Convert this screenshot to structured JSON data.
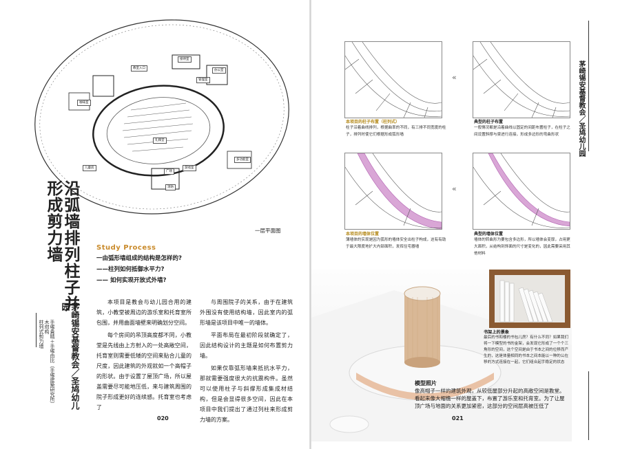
{
  "left_page": {
    "title_lines": [
      "沿弧墙排列柱子并",
      "形成剪力墙"
    ],
    "subtitle": "茅崎锡安基督教会／圣鸠幼儿园",
    "credits": [
      "手塚貴晴＋手塚由比（手塚建築研究所）",
      "木坩构",
      "柱列式剪力墙"
    ],
    "floor_plan_caption": "一层平面图",
    "plan_labels": [
      "接待室",
      "办公室",
      "管理室",
      "咖啡室",
      "教室入口",
      "儿童房",
      "多功能室",
      "礼拜堂",
      "广场",
      "游戏室",
      "消防"
    ],
    "study_label": "Study Process",
    "questions": [
      "一由弧形墙组成的结构是怎样的?",
      "——柱列如何抵御水平力?",
      "——  如何实现开放式外墙?"
    ],
    "col1": [
      "本项目是教会与幼儿园合用的建筑，小教堂被周边的游乐室和托育室所包围，并用曲面墙壁来明确划分空间。",
      "每个房间的吊顶高度都不同，小教堂是先线由上方射入的一处高敞空间，托育室则需要低矮的空间来贴合儿童的尺度，因此建筑的外观就如一个高帽子的形状。由于设置了屋顶广场，所以屋盖需要尽可能地压低，来与建筑周围的院子形成更好的连续感。托育室也考虑了"
    ],
    "col2": [
      "与周围院子的关系，由于在建筑外围没有使用结构墙，因此室内的弧形墙是该项目中唯一的墙体。",
      "平面布局在最初阶段就确定了，因此结构设计的主题是如何布置剪力墙。",
      "如果仅靠弧形墙来抵抗水平力，那就需要强度很大的抗震构件。虽然可以使用柱子与斜撑形成集成材结构，但是会显得很多空间，因此在本项目中我们提出了通过列柱来形成剪力墙的方案。"
    ],
    "page_number": "020"
  },
  "right_page": {
    "side_title": "茅崎锡安基督教会／圣鸠幼儿园",
    "diagrams": [
      {
        "heading": "本项目的柱子布置（柱列式）",
        "text": "柱子沿着曲线排列，根据曲率的不同，有三排不同宽度的柱子，排列时使它们根据形成弧形墙",
        "accent": true
      },
      {
        "heading": "典型的柱子布置",
        "text": "一般情况都是沿着曲线以固定的间距布置柱子，在柱子之间设置斜撑与梁进行连接，形成多边形的弯曲形状",
        "accent": false
      },
      {
        "heading": "本项目的墙体位置",
        "text": "薄墙体的实现是因为弧形的墙体安全出柱子构成，这有有助于最大限度地扩大内部面积，发挥住宅器墙",
        "accent": true
      },
      {
        "heading": "典型的墙体位置",
        "text": "墙体的转曲形为要包含多边形，所以墙体会变厚，占用更大面积，从结构到饰面的尺寸是变化的，因此需要采用其他材料",
        "accent": false
      }
    ],
    "chevron": "«",
    "inset_photo_caption": {
      "heading": "书架上的景象",
      "text": "最后的书和楼的书包儿房？有什么不同？如果我们将一下模型的书的金架，会发现它形成了一个个三角形的空间，这个空间是由于书本之间的位移而产生的，这是体量相同的书本之间本能以一种的公在移的方式连接在一起，它们组合起手稳定的状态"
    },
    "model_photo": {
      "heading": "模型照片",
      "text": "像高帽子一样的建筑外观，从较低屋部分升起的高敞空间是教堂。看起来像大帽檐一样的屋盖下，布置了游乐室和托育室。为了让屋顶广场与地面的关系更加紧密，这部分的空间层高被压低了"
    },
    "page_number": "021"
  },
  "colors": {
    "accent": "#c98a2a",
    "magenta": "#c07abf",
    "rule": "#333333"
  }
}
